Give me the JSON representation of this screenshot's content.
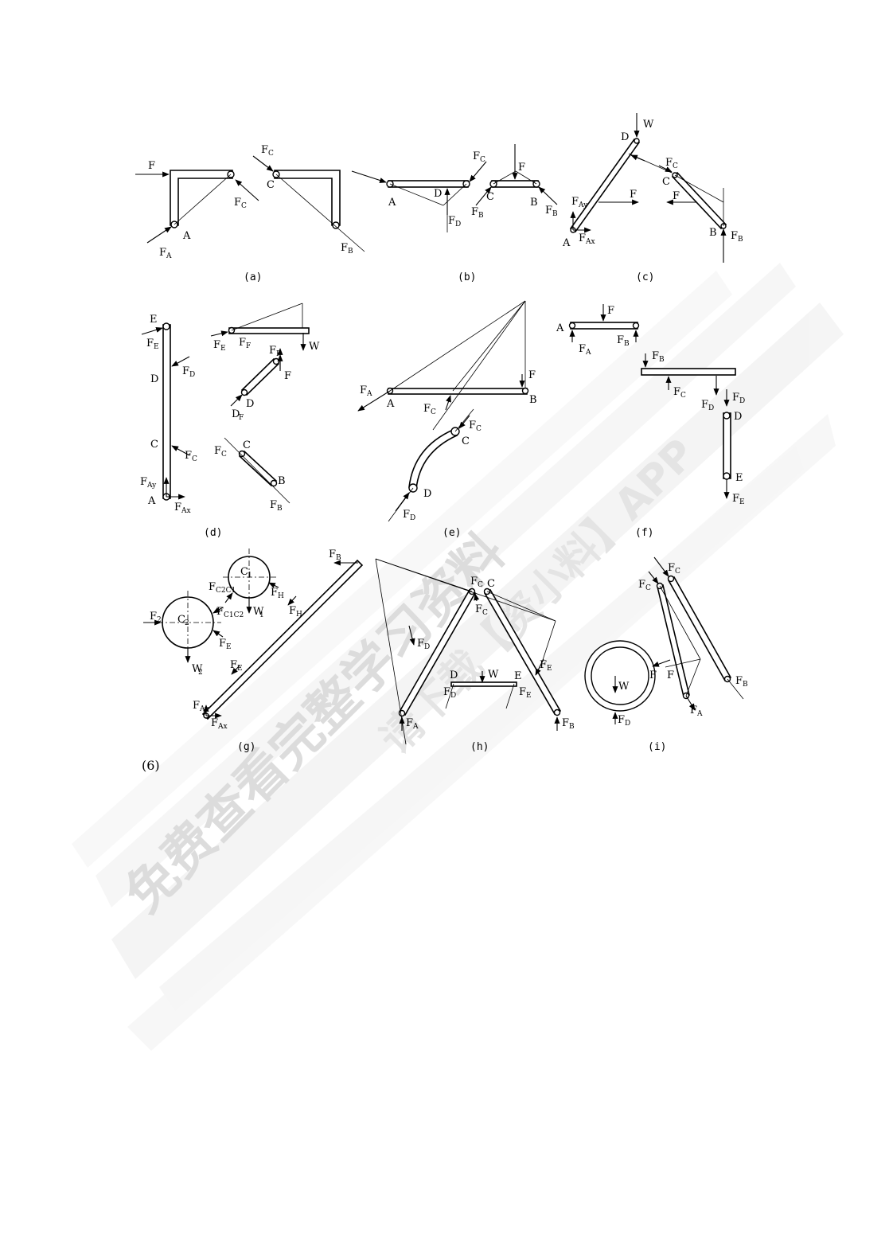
{
  "problem_number": "(6)",
  "watermark": {
    "line1": "免费查看完整学习资料",
    "line2": "请下载【资小料】APP"
  },
  "panels": {
    "a": {
      "caption": "(a)",
      "labels": [
        "F",
        "A",
        "F",
        "C",
        "F",
        "C",
        "C",
        "F",
        "B"
      ]
    },
    "b": {
      "caption": "(b)",
      "labels": [
        "A",
        "D",
        "F",
        "D",
        "F",
        "C",
        "F",
        "C",
        "F",
        "B",
        "F",
        "B"
      ]
    },
    "c": {
      "caption": "(c)",
      "labels": [
        "W",
        "D",
        "F",
        "Ay",
        "A",
        "F",
        "Ax",
        "F",
        "F",
        "C",
        "C",
        "F",
        "B",
        "F",
        "B"
      ]
    },
    "d": {
      "caption": "(d)",
      "labels": [
        "E",
        "F",
        "E",
        "D",
        "F",
        "D",
        "C",
        "F",
        "C",
        "F",
        "Ay",
        "A",
        "F",
        "Ax",
        "F",
        "E",
        "F",
        "F",
        "W",
        "F",
        "F",
        "D",
        "F",
        "D",
        "F",
        "C",
        "C",
        "B",
        "F",
        "B"
      ]
    },
    "e": {
      "caption": "(e)",
      "labels": [
        "F",
        "A",
        "A",
        "F",
        "C",
        "F",
        "B",
        "F",
        "C",
        "C",
        "D",
        "F",
        "D"
      ]
    },
    "f": {
      "caption": "(f)",
      "labels": [
        "F",
        "A",
        "F",
        "A",
        "F",
        "B",
        "F",
        "B",
        "F",
        "C",
        "F",
        "D",
        "F",
        "D",
        "D",
        "E",
        "F",
        "E"
      ]
    },
    "g": {
      "caption": "(g)",
      "labels": [
        "F",
        "B",
        "C",
        "1",
        "F",
        "C2C1",
        "F",
        "H",
        "F",
        "H",
        "W",
        "1",
        "F",
        "C1C2",
        "F",
        "2",
        "C",
        "2",
        "F",
        "E",
        "W",
        "2",
        "F",
        "E",
        "F",
        "Ay",
        "F",
        "Ax"
      ]
    },
    "h": {
      "caption": "(h)",
      "labels": [
        "F",
        "C",
        "C",
        "F",
        "C",
        "F",
        "D",
        "F",
        "E",
        "D",
        "W",
        "E",
        "F",
        "D",
        "F",
        "E",
        "F",
        "A",
        "F",
        "B"
      ]
    },
    "i": {
      "caption": "(i)",
      "labels": [
        "F",
        "C",
        "F",
        "C",
        "F",
        "F",
        "W",
        "F",
        "D",
        "F",
        "A",
        "F",
        "B"
      ]
    }
  }
}
